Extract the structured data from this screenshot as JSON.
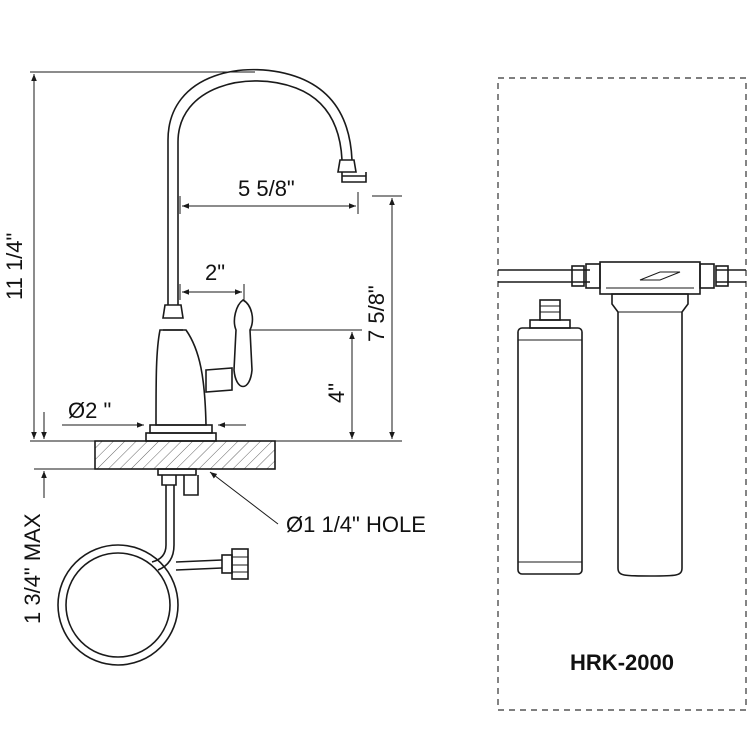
{
  "dimensions": {
    "total_height": "11  1/4\"",
    "spout_reach": "5  5/8\"",
    "handle_offset": "2\"",
    "spout_height": "7 5/8\"",
    "handle_height": "4\"",
    "base_diameter": "Ø2 \"",
    "hole_size": "Ø1 1/4\" HOLE",
    "max_thickness": "1  3/4\" MAX"
  },
  "filter_kit": {
    "model": "HRK-2000"
  }
}
